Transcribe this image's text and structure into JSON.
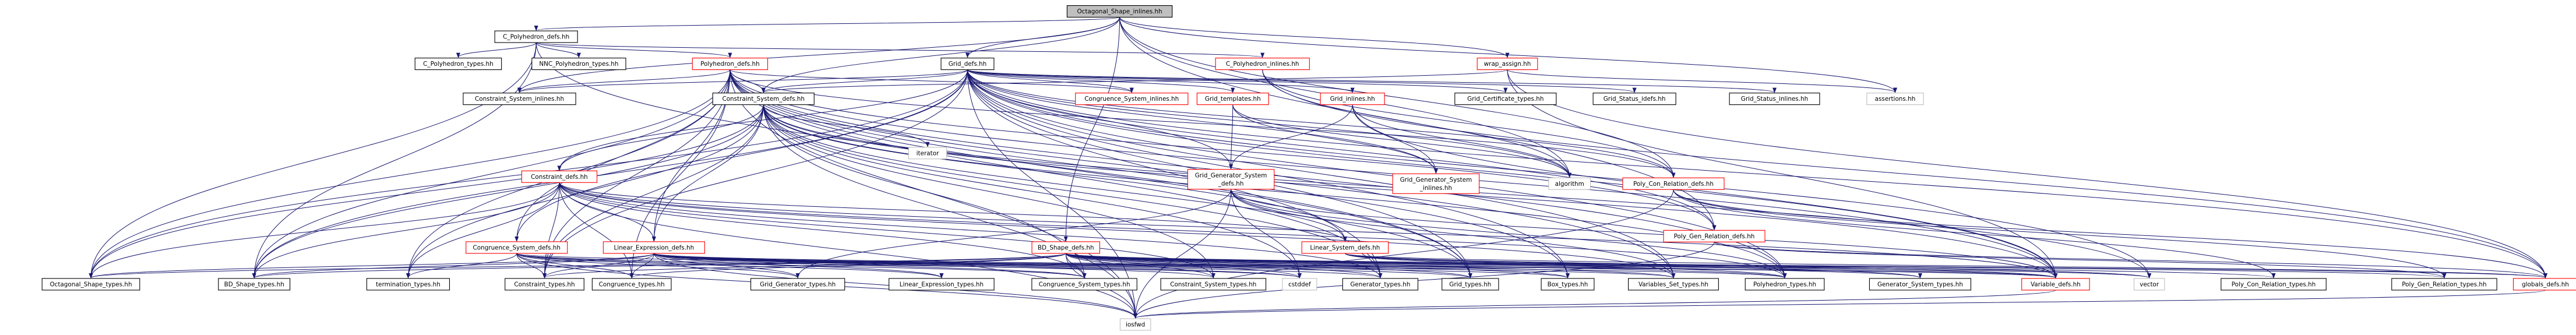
{
  "colors": {
    "edge": "#191970",
    "root_fill": "#bfbfbf",
    "node_border_plain": "#000000",
    "node_border_linked": "#ff0000",
    "node_border_external": "#bfbfbf",
    "background": "#ffffff"
  },
  "nodes": [
    {
      "id": "root",
      "label": "Octagonal_Shape_inlines.hh",
      "kind": "root"
    },
    {
      "id": "cpoly",
      "label": "C_Polyhedron_defs.hh",
      "kind": "plain"
    },
    {
      "id": "griddefs",
      "label": "Grid_defs.hh",
      "kind": "plain"
    },
    {
      "id": "wrap",
      "label": "wrap_assign.hh",
      "kind": "linked"
    },
    {
      "id": "cpolytypes",
      "label": "C_Polyhedron_types.hh",
      "kind": "plain"
    },
    {
      "id": "nncpolytypes",
      "label": "NNC_Polyhedron_types.hh",
      "kind": "plain"
    },
    {
      "id": "polydefs",
      "label": "Polyhedron_defs.hh",
      "kind": "linked"
    },
    {
      "id": "cpolyinl",
      "label": "C_Polyhedron_inlines.hh",
      "kind": "linked"
    },
    {
      "id": "cslinl",
      "label": "Constraint_System_inlines.hh",
      "kind": "plain"
    },
    {
      "id": "csdefs",
      "label": "Constraint_System_defs.hh",
      "kind": "plain"
    },
    {
      "id": "congsysinl",
      "label": "Congruence_System_inlines.hh",
      "kind": "linked"
    },
    {
      "id": "gridtempl",
      "label": "Grid_templates.hh",
      "kind": "linked"
    },
    {
      "id": "gridinl",
      "label": "Grid_inlines.hh",
      "kind": "linked"
    },
    {
      "id": "gridcert",
      "label": "Grid_Certificate_types.hh",
      "kind": "plain"
    },
    {
      "id": "gridstatidl",
      "label": "Grid_Status_idefs.hh",
      "kind": "plain"
    },
    {
      "id": "gridstatinl",
      "label": "Grid_Status_inlines.hh",
      "kind": "plain"
    },
    {
      "id": "assertions",
      "label": "assertions.hh",
      "kind": "external"
    },
    {
      "id": "iterator",
      "label": "iterator",
      "kind": "external"
    },
    {
      "id": "constrdefs",
      "label": "Constraint_defs.hh",
      "kind": "linked"
    },
    {
      "id": "gridgensys",
      "label": [
        "Grid_Generator_System",
        "_defs.hh"
      ],
      "kind": "linked"
    },
    {
      "id": "gridgensysinl",
      "label": [
        "Grid_Generator_System",
        "_inlines.hh"
      ],
      "kind": "linked"
    },
    {
      "id": "algorithm",
      "label": "algorithm",
      "kind": "external"
    },
    {
      "id": "pgrdefs",
      "label": "Poly_Con_Relation_defs.hh",
      "kind": "linked"
    },
    {
      "id": "pgendefs",
      "label": "Poly_Gen_Relation_defs.hh",
      "kind": "linked"
    },
    {
      "id": "congsysdefs",
      "label": "Congruence_System_defs.hh",
      "kind": "linked"
    },
    {
      "id": "linexpr",
      "label": "Linear_Expression_defs.hh",
      "kind": "linked"
    },
    {
      "id": "bddefs",
      "label": "BD_Shape_defs.hh",
      "kind": "linked"
    },
    {
      "id": "linsys",
      "label": "Linear_System_defs.hh",
      "kind": "linked"
    },
    {
      "id": "octtypes",
      "label": "Octagonal_Shape_types.hh",
      "kind": "plain"
    },
    {
      "id": "bdtypes",
      "label": "BD_Shape_types.hh",
      "kind": "plain"
    },
    {
      "id": "termtypes",
      "label": "termination_types.hh",
      "kind": "plain"
    },
    {
      "id": "constrtypes",
      "label": "Constraint_types.hh",
      "kind": "plain"
    },
    {
      "id": "congtypes",
      "label": "Congruence_types.hh",
      "kind": "plain"
    },
    {
      "id": "gridgentypes",
      "label": "Grid_Generator_types.hh",
      "kind": "plain"
    },
    {
      "id": "linexprtypes",
      "label": "Linear_Expression_types.hh",
      "kind": "plain"
    },
    {
      "id": "congsystypes",
      "label": "Congruence_System_types.hh",
      "kind": "plain"
    },
    {
      "id": "cstypes",
      "label": "Constraint_System_types.hh",
      "kind": "plain"
    },
    {
      "id": "cstddef",
      "label": "cstddef",
      "kind": "external"
    },
    {
      "id": "gentypes",
      "label": "Generator_types.hh",
      "kind": "plain"
    },
    {
      "id": "gridtypes",
      "label": "Grid_types.hh",
      "kind": "plain"
    },
    {
      "id": "boxtypes",
      "label": "Box_types.hh",
      "kind": "plain"
    },
    {
      "id": "varsettypes",
      "label": "Variables_Set_types.hh",
      "kind": "plain"
    },
    {
      "id": "polytypes",
      "label": "Polyhedron_types.hh",
      "kind": "plain"
    },
    {
      "id": "gensystypes",
      "label": "Generator_System_types.hh",
      "kind": "plain"
    },
    {
      "id": "vardefs",
      "label": "Variable_defs.hh",
      "kind": "linked"
    },
    {
      "id": "vector",
      "label": "vector",
      "kind": "external"
    },
    {
      "id": "pcrtypes",
      "label": "Poly_Con_Relation_types.hh",
      "kind": "plain"
    },
    {
      "id": "pgrtypes",
      "label": "Poly_Gen_Relation_types.hh",
      "kind": "plain"
    },
    {
      "id": "globals",
      "label": "globals_defs.hh",
      "kind": "linked"
    },
    {
      "id": "iosfwd",
      "label": "iosfwd",
      "kind": "external"
    }
  ],
  "edges": [
    [
      "root",
      "cpoly"
    ],
    [
      "root",
      "griddefs"
    ],
    [
      "root",
      "wrap"
    ],
    [
      "root",
      "csdefs"
    ],
    [
      "root",
      "cslinl"
    ],
    [
      "root",
      "bddefs"
    ],
    [
      "root",
      "pgrdefs"
    ],
    [
      "root",
      "pgendefs"
    ],
    [
      "root",
      "assertions"
    ],
    [
      "root",
      "algorithm"
    ],
    [
      "cpoly",
      "cpolytypes"
    ],
    [
      "cpoly",
      "nncpolytypes"
    ],
    [
      "cpoly",
      "polydefs"
    ],
    [
      "cpoly",
      "cpolyinl"
    ],
    [
      "cpoly",
      "octtypes"
    ],
    [
      "cpoly",
      "bdtypes"
    ],
    [
      "cpoly",
      "gridtypes"
    ],
    [
      "polydefs",
      "cslinl"
    ],
    [
      "polydefs",
      "csdefs"
    ],
    [
      "polydefs",
      "congsysinl"
    ],
    [
      "polydefs",
      "congsysdefs"
    ],
    [
      "polydefs",
      "constrtypes"
    ],
    [
      "polydefs",
      "octtypes"
    ],
    [
      "polydefs",
      "bdtypes"
    ],
    [
      "polydefs",
      "termtypes"
    ],
    [
      "polydefs",
      "gridtypes"
    ],
    [
      "polydefs",
      "boxtypes"
    ],
    [
      "polydefs",
      "varsettypes"
    ],
    [
      "polydefs",
      "polytypes"
    ],
    [
      "polydefs",
      "vardefs"
    ],
    [
      "polydefs",
      "gentypes"
    ],
    [
      "polydefs",
      "congtypes"
    ],
    [
      "polydefs",
      "linexpr"
    ],
    [
      "polydefs",
      "iosfwd"
    ],
    [
      "polydefs",
      "pgrdefs"
    ],
    [
      "polydefs",
      "pgendefs"
    ],
    [
      "cpolyinl",
      "algorithm"
    ],
    [
      "cpolyinl",
      "pgrdefs"
    ],
    [
      "cpolyinl",
      "globals"
    ],
    [
      "griddefs",
      "cslinl"
    ],
    [
      "griddefs",
      "csdefs"
    ],
    [
      "griddefs",
      "congsysinl"
    ],
    [
      "griddefs",
      "gridtempl"
    ],
    [
      "griddefs",
      "gridinl"
    ],
    [
      "griddefs",
      "gridcert"
    ],
    [
      "griddefs",
      "gridstatidl"
    ],
    [
      "griddefs",
      "gridstatinl"
    ],
    [
      "griddefs",
      "gridgensys"
    ],
    [
      "griddefs",
      "gridgensysinl"
    ],
    [
      "griddefs",
      "congsysdefs"
    ],
    [
      "griddefs",
      "constrdefs"
    ],
    [
      "griddefs",
      "pgrdefs"
    ],
    [
      "griddefs",
      "pgendefs"
    ],
    [
      "griddefs",
      "octtypes"
    ],
    [
      "griddefs",
      "bdtypes"
    ],
    [
      "griddefs",
      "gridtypes"
    ],
    [
      "griddefs",
      "boxtypes"
    ],
    [
      "griddefs",
      "varsettypes"
    ],
    [
      "griddefs",
      "polytypes"
    ],
    [
      "griddefs",
      "vardefs"
    ],
    [
      "griddefs",
      "vector"
    ],
    [
      "griddefs",
      "iosfwd"
    ],
    [
      "griddefs",
      "constrtypes"
    ],
    [
      "griddefs",
      "gentypes"
    ],
    [
      "griddefs",
      "algorithm"
    ],
    [
      "griddefs",
      "globals"
    ],
    [
      "gridtempl",
      "gridgensys"
    ],
    [
      "gridtempl",
      "gridgensysinl"
    ],
    [
      "gridtempl",
      "algorithm"
    ],
    [
      "gridinl",
      "gridgensys"
    ],
    [
      "gridinl",
      "gridgensysinl"
    ],
    [
      "gridinl",
      "algorithm"
    ],
    [
      "gridinl",
      "vardefs"
    ],
    [
      "wrap",
      "assertions"
    ],
    [
      "wrap",
      "globals"
    ],
    [
      "wrap",
      "csdefs"
    ],
    [
      "wrap",
      "vardefs"
    ],
    [
      "csdefs",
      "iterator"
    ],
    [
      "csdefs",
      "constrdefs"
    ],
    [
      "csdefs",
      "linexpr"
    ],
    [
      "csdefs",
      "linsys"
    ],
    [
      "csdefs",
      "constrtypes"
    ],
    [
      "csdefs",
      "cstypes"
    ],
    [
      "csdefs",
      "congsystypes"
    ],
    [
      "csdefs",
      "octtypes"
    ],
    [
      "csdefs",
      "bdtypes"
    ],
    [
      "csdefs",
      "termtypes"
    ],
    [
      "csdefs",
      "gridtypes"
    ],
    [
      "csdefs",
      "gentypes"
    ],
    [
      "csdefs",
      "polytypes"
    ],
    [
      "csdefs",
      "vardefs"
    ],
    [
      "csdefs",
      "iosfwd"
    ],
    [
      "csdefs",
      "vector"
    ],
    [
      "csdefs",
      "cstddef"
    ],
    [
      "constrdefs",
      "constrtypes"
    ],
    [
      "constrdefs",
      "cstypes"
    ],
    [
      "constrdefs",
      "congsystypes"
    ],
    [
      "constrdefs",
      "linexpr"
    ],
    [
      "constrdefs",
      "linsys"
    ],
    [
      "constrdefs",
      "vardefs"
    ],
    [
      "constrdefs",
      "varsettypes"
    ],
    [
      "constrdefs",
      "octtypes"
    ],
    [
      "constrdefs",
      "bdtypes"
    ],
    [
      "constrdefs",
      "termtypes"
    ],
    [
      "constrdefs",
      "polytypes"
    ],
    [
      "constrdefs",
      "iosfwd"
    ],
    [
      "constrdefs",
      "congtypes"
    ],
    [
      "constrdefs",
      "gentypes"
    ],
    [
      "congsysdefs",
      "congtypes"
    ],
    [
      "congsysdefs",
      "congsystypes"
    ],
    [
      "congsysdefs",
      "gridgentypes"
    ],
    [
      "congsysdefs",
      "constrtypes"
    ],
    [
      "congsysdefs",
      "linexprtypes"
    ],
    [
      "congsysdefs",
      "cstddef"
    ],
    [
      "congsysdefs",
      "iosfwd"
    ],
    [
      "congsysdefs",
      "vardefs"
    ],
    [
      "congsysdefs",
      "termtypes"
    ],
    [
      "linexpr",
      "linexprtypes"
    ],
    [
      "linexpr",
      "constrtypes"
    ],
    [
      "linexpr",
      "congsystypes"
    ],
    [
      "linexpr",
      "cstypes"
    ],
    [
      "linexpr",
      "gentypes"
    ],
    [
      "linexpr",
      "gridtypes"
    ],
    [
      "linexpr",
      "boxtypes"
    ],
    [
      "linexpr",
      "bdtypes"
    ],
    [
      "linexpr",
      "octtypes"
    ],
    [
      "linexpr",
      "polytypes"
    ],
    [
      "linexpr",
      "vardefs"
    ],
    [
      "linexpr",
      "cstddef"
    ],
    [
      "linexpr",
      "iosfwd"
    ],
    [
      "linexpr",
      "congtypes"
    ],
    [
      "linexpr",
      "gridgentypes"
    ],
    [
      "linexpr",
      "varsettypes"
    ],
    [
      "bddefs",
      "bdtypes"
    ],
    [
      "bddefs",
      "octtypes"
    ],
    [
      "bddefs",
      "constrtypes"
    ],
    [
      "bddefs",
      "cstypes"
    ],
    [
      "bddefs",
      "gentypes"
    ],
    [
      "bddefs",
      "gridtypes"
    ],
    [
      "bddefs",
      "boxtypes"
    ],
    [
      "bddefs",
      "varsettypes"
    ],
    [
      "bddefs",
      "polytypes"
    ],
    [
      "bddefs",
      "vardefs"
    ],
    [
      "bddefs",
      "vector"
    ],
    [
      "bddefs",
      "cstddef"
    ],
    [
      "bddefs",
      "iosfwd"
    ],
    [
      "bddefs",
      "gensystypes"
    ],
    [
      "bddefs",
      "congsystypes"
    ],
    [
      "bddefs",
      "pcrtypes"
    ],
    [
      "bddefs",
      "pgrtypes"
    ],
    [
      "bddefs",
      "globals"
    ],
    [
      "bddefs",
      "congtypes"
    ],
    [
      "gridgensys",
      "gridgentypes"
    ],
    [
      "gridgensys",
      "varsettypes"
    ],
    [
      "gridgensys",
      "polytypes"
    ],
    [
      "gridgensys",
      "vardefs"
    ],
    [
      "gridgensys",
      "cstddef"
    ],
    [
      "gridgensys",
      "iosfwd"
    ],
    [
      "gridgensys",
      "linsys"
    ],
    [
      "linsys",
      "polytypes"
    ],
    [
      "linsys",
      "gensystypes"
    ],
    [
      "linsys",
      "vardefs"
    ],
    [
      "linsys",
      "globals"
    ],
    [
      "linsys",
      "vector"
    ],
    [
      "pgrdefs",
      "pcrtypes"
    ],
    [
      "pgrdefs",
      "pgrtypes"
    ],
    [
      "pgrdefs",
      "iosfwd"
    ],
    [
      "pgrdefs",
      "globals"
    ],
    [
      "pgendefs",
      "pgrtypes"
    ],
    [
      "pgendefs",
      "globals"
    ],
    [
      "pgendefs",
      "iosfwd"
    ],
    [
      "vardefs",
      "iosfwd"
    ],
    [
      "globals",
      "iosfwd"
    ]
  ]
}
